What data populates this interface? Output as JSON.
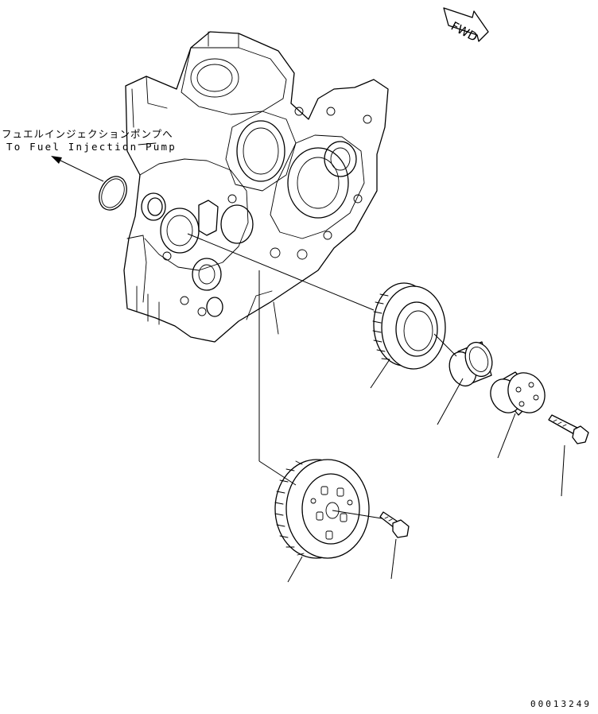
{
  "annotation": {
    "japanese": "フュエルインジェクションポンプへ",
    "english": "To Fuel Injection Pump"
  },
  "direction_badge": "FWD",
  "drawing_number": "00013249",
  "icons": {
    "arrow": "leader-arrow-icon",
    "badge": "fwd-arrow-icon"
  }
}
